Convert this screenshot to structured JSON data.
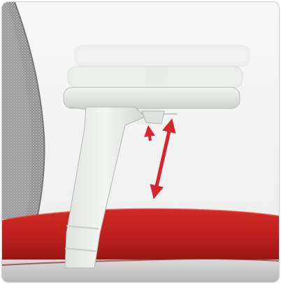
{
  "image": {
    "subject": "armrest-height-adjustment",
    "colors": {
      "background": "#f2f2f2",
      "seat": "#c2211f",
      "armrest": "#e9ece9",
      "arrow": "#d7262b",
      "backrest_mesh": "#9a9a9a"
    },
    "icons": [
      "up-down-arrow",
      "small-up-arrow"
    ]
  }
}
